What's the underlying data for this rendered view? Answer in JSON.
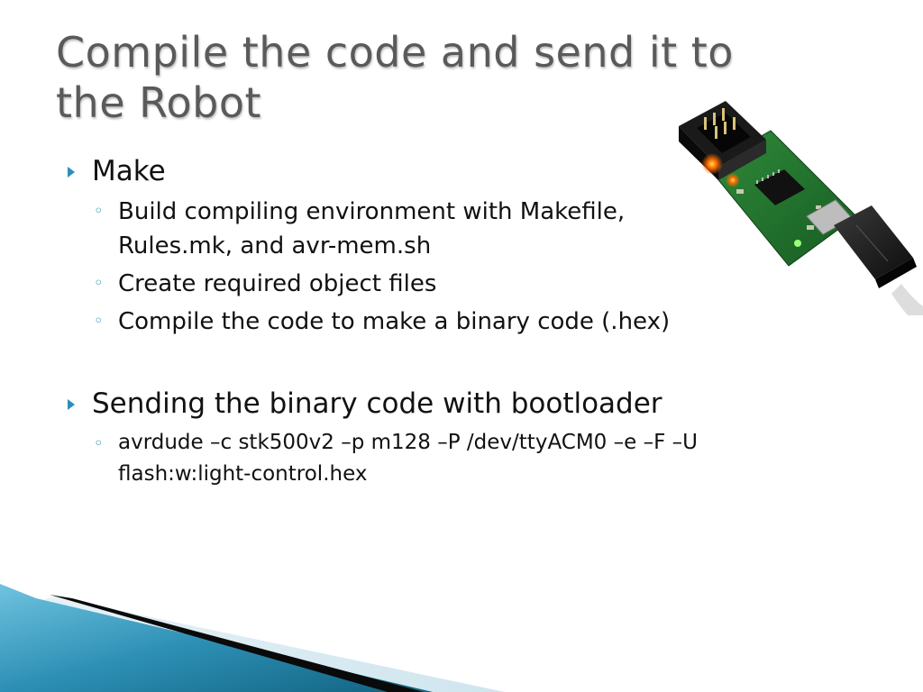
{
  "title": {
    "line1": "Compile the code and send it to",
    "line2": "the Robot"
  },
  "bullets": [
    {
      "text": "Make",
      "sub": [
        {
          "line1": "Build compiling environment with Makefile,",
          "line2": "Rules.mk, and avr-mem.sh"
        },
        {
          "line1": "Create required object files"
        },
        {
          "line1": "Compile the code to make a binary code (.hex)"
        }
      ]
    },
    {
      "text": "Sending the binary code with bootloader",
      "sub": [
        {
          "line1": "avrdude –c stk500v2 –p m128 –P /dev/ttyACM0 –e –F –U",
          "line2": "flash:w:light-control.hex"
        }
      ]
    }
  ],
  "colors": {
    "accent": "#2a8fb8",
    "title": "#5a5a5a",
    "pcb": "#1f6b2a"
  },
  "icons": {
    "level1_bullet": "triangle-right-icon",
    "level2_bullet": "hollow-circle-icon"
  }
}
